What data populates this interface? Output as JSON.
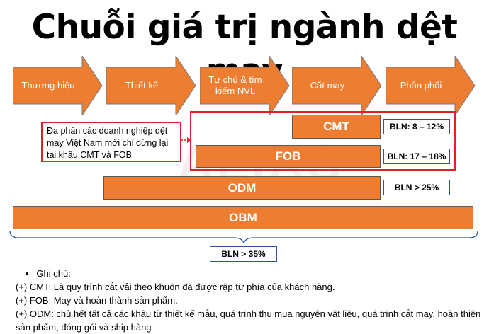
{
  "title": "Chuỗi giá trị ngành dệt may",
  "watermark": "ALIAS",
  "stages": [
    "Thương hiệu",
    "Thiết kế",
    "Tự chủ & tìm kiếm NVL",
    "Cắt may",
    "Phân phối"
  ],
  "callout_text": "Đa phần các doanh nghiệp dệt may Việt Nam mới chỉ dừng lại tại khâu CMT và FOB",
  "models": [
    {
      "name": "CMT",
      "margin": "BLN: 8 – 12%"
    },
    {
      "name": "FOB",
      "margin": "BLN: 17 – 18%"
    },
    {
      "name": "ODM",
      "margin": "BLN > 25%"
    },
    {
      "name": "OBM",
      "margin": "BLN > 35%"
    }
  ],
  "notes": {
    "heading": "Ghi chú:",
    "lines": [
      "(+) CMT: Là quy trình cắt vải theo khuôn đã được rập từ phía của khách hàng.",
      "(+) FOB: May và hoàn thành sản phẩm.",
      "(+) ODM: chủ hết tất cả các khâu từ thiết kế mẫu, quá trình thu mua nguyên vật liệu, quá trình cắt may, hoàn thiện sản phẩm, đóng gói và ship hàng"
    ]
  },
  "colors": {
    "orange": "#ED7D31",
    "red": "#E2202A",
    "blue_border": "#2F5597"
  }
}
